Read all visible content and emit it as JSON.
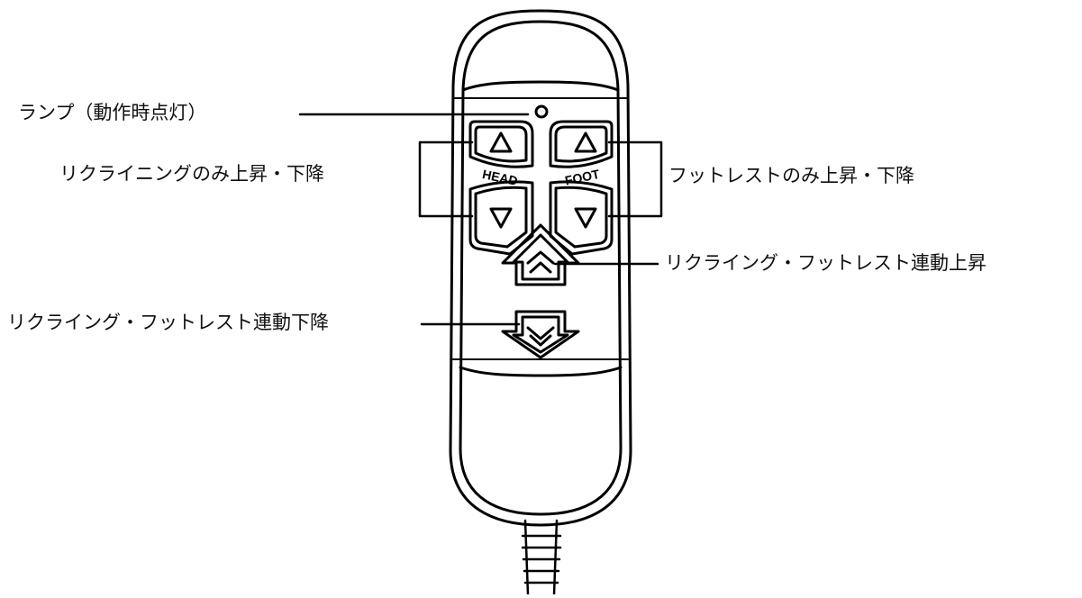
{
  "labels": {
    "lamp": "ランプ（動作時点灯）",
    "recline": "リクライニングのみ上昇・下降",
    "footrest": "フットレストのみ上昇・下降",
    "linked_up": "リクライング・フットレスト連動上昇",
    "linked_down": "リクライング・フットレスト連動下降"
  },
  "buttons": {
    "head_label": "HEAD",
    "foot_label": "FOOT"
  },
  "icons": {
    "head_up": "triangle-up-icon",
    "head_down": "triangle-down-icon",
    "foot_up": "triangle-up-icon",
    "foot_down": "triangle-down-icon",
    "linked_up": "double-chevron-up-icon",
    "linked_down": "double-chevron-down-icon",
    "lamp": "lamp-indicator-icon"
  },
  "colors": {
    "stroke": "#000000",
    "background": "#ffffff"
  }
}
